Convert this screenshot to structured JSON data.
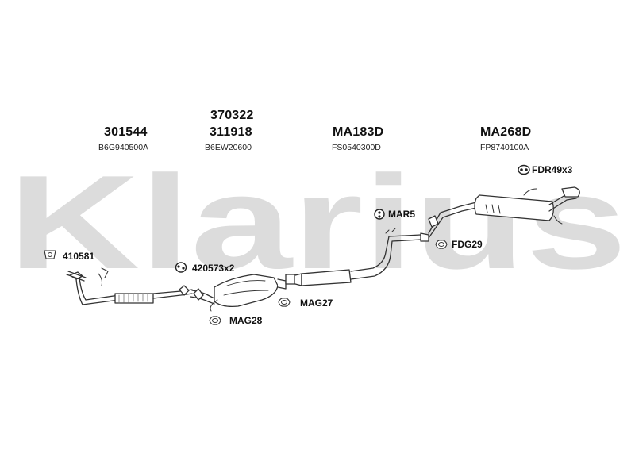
{
  "watermark": {
    "text": "Klarius",
    "color": "#d9d9d9"
  },
  "colors": {
    "line": "#333333",
    "pipe_fill": "#ffffff",
    "hatch": "#666666"
  },
  "sections": [
    {
      "part_numbers": [
        "301544"
      ],
      "oem_number": "B6G940500A"
    },
    {
      "part_numbers": [
        "370322",
        "311918"
      ],
      "oem_number": "B6EW20600"
    },
    {
      "part_numbers": [
        "MA183D"
      ],
      "oem_number": "FS0540300D"
    },
    {
      "part_numbers": [
        "MA268D"
      ],
      "oem_number": "FP8740100A"
    }
  ],
  "accessories": [
    {
      "label": "FDR49x3",
      "icon": "rubber-hanger-icon"
    },
    {
      "label": "MAR5",
      "icon": "rubber-hanger-icon"
    },
    {
      "label": "FDG29",
      "icon": "gasket-icon"
    },
    {
      "label": "410581",
      "icon": "bracket-icon"
    },
    {
      "label": "420573x2",
      "icon": "rubber-hanger-icon"
    },
    {
      "label": "MAG27",
      "icon": "gasket-icon"
    },
    {
      "label": "MAG28",
      "icon": "gasket-icon"
    }
  ]
}
